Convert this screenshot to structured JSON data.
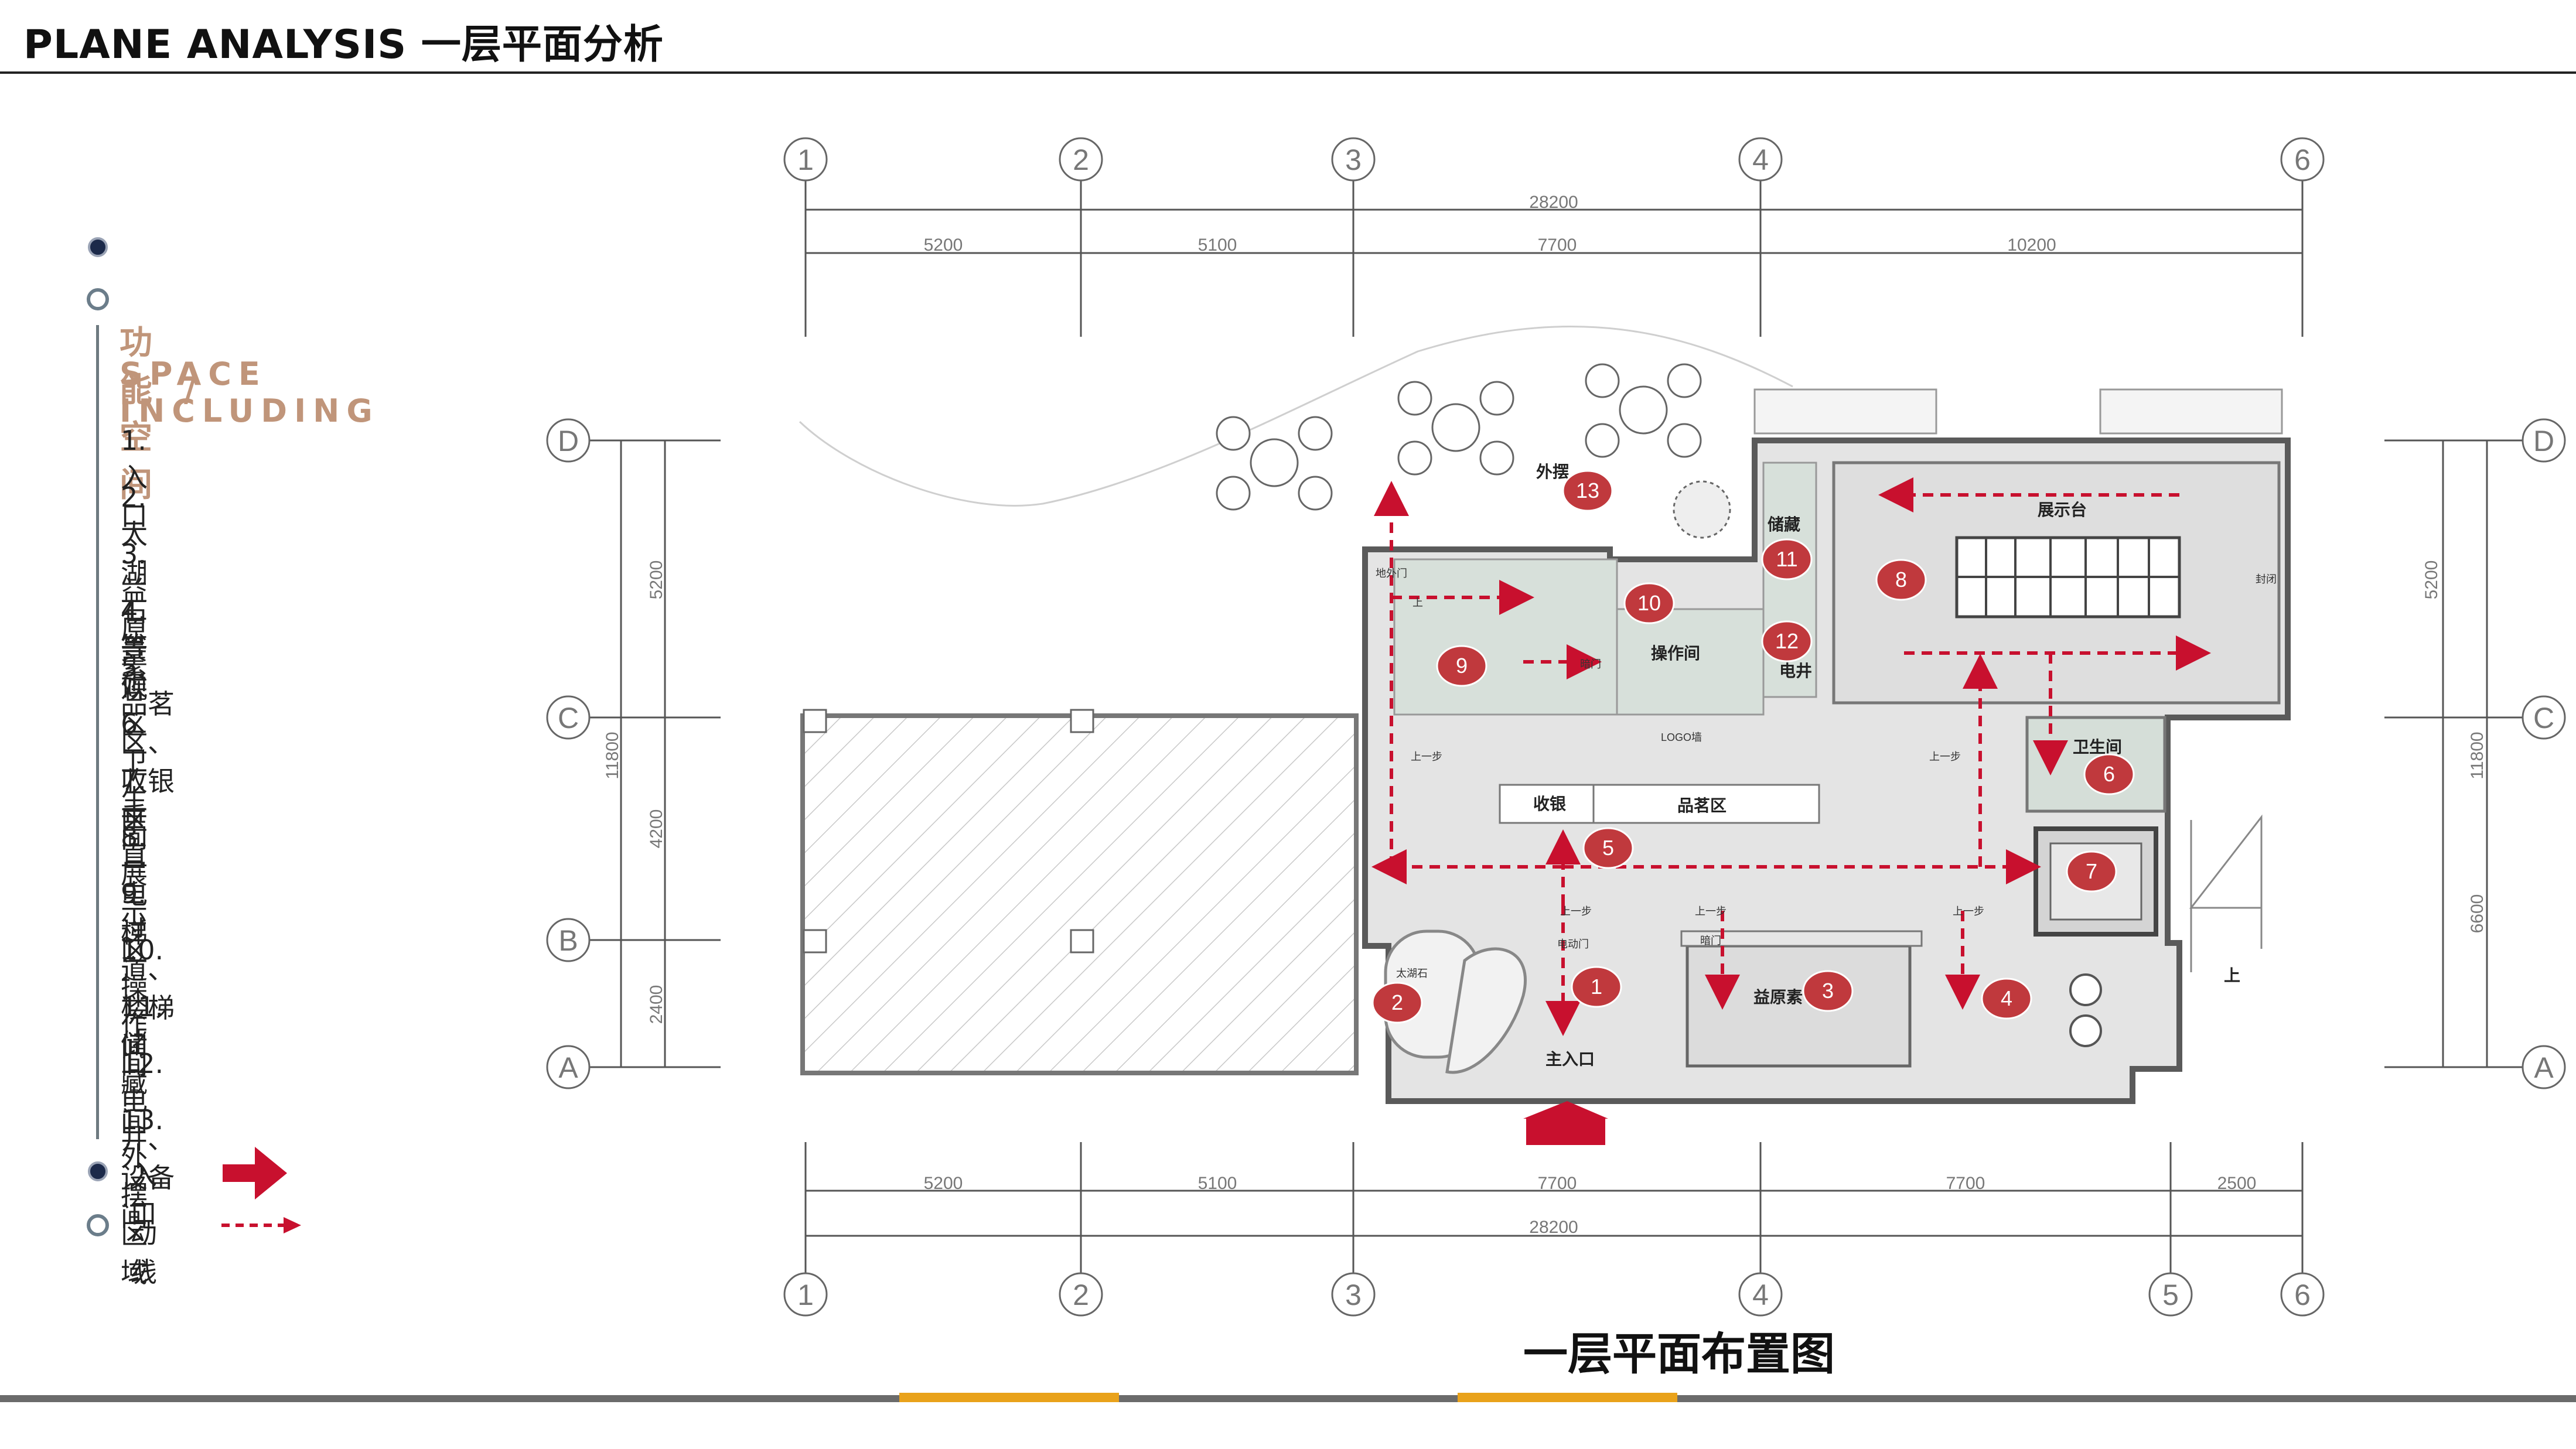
{
  "header": {
    "title": "PLANE ANALYSIS 一层平面分析"
  },
  "legend": {
    "heading_cn": "功能/空间",
    "heading_en": "SPACE INCLUDING",
    "items": [
      "1. 入口",
      "2. 太湖石景观",
      "3. 益原素",
      "4. 等候区",
      "5. 品茗区、收银区",
      "6. 卫生间",
      "7. 垂直电梯",
      "8. 展示区",
      "9. 过道、楼梯间",
      "10.操作间",
      "11.储藏间",
      "12.电井、设备间",
      "13.外摆区域"
    ],
    "entry_label": "入口",
    "flow_label": "动线"
  },
  "plan": {
    "caption": "一层平面布置图",
    "column_axes_top": [
      "1",
      "2",
      "3",
      "4",
      "6"
    ],
    "column_axes_bottom": [
      "1",
      "2",
      "3",
      "4",
      "5",
      "6"
    ],
    "row_axes": [
      "D",
      "C",
      "B",
      "A"
    ],
    "top_total": "28200",
    "top_dims": [
      "5200",
      "5100",
      "7700",
      "10200"
    ],
    "bottom_total": "28200",
    "bottom_dims": [
      "5200",
      "5100",
      "7700",
      "7700",
      "2500"
    ],
    "left_total": "11800",
    "left_dims": [
      "5200",
      "4200",
      "2400"
    ],
    "right_total": "11800",
    "right_dims": [
      "5200",
      "6600"
    ],
    "room_labels": {
      "outdoor": "外摆",
      "display_table": "展示台",
      "storage": "储藏",
      "seal": "封闭",
      "stair_door": "地外门",
      "up": "上",
      "operation_room": "操作间",
      "dark_door": "暗门",
      "electric_well": "电井",
      "logo_wall": "LOGO墙",
      "one_step_up": "上一步",
      "cashier": "收银",
      "tasting_area": "品茗区",
      "toilet": "卫生间",
      "taihu_stone": "太湖石",
      "electric_door": "电动门",
      "yiyuansu": "益原素",
      "main_entrance": "主入口"
    },
    "markers": [
      "1",
      "2",
      "3",
      "4",
      "5",
      "6",
      "7",
      "8",
      "9",
      "10",
      "11",
      "12",
      "13"
    ]
  },
  "colors": {
    "marker": "#c0393d",
    "accent": "#c0957a",
    "flow": "#c8102e",
    "floor": "#e4e4e4",
    "footer_accent": "#e9a21b"
  }
}
